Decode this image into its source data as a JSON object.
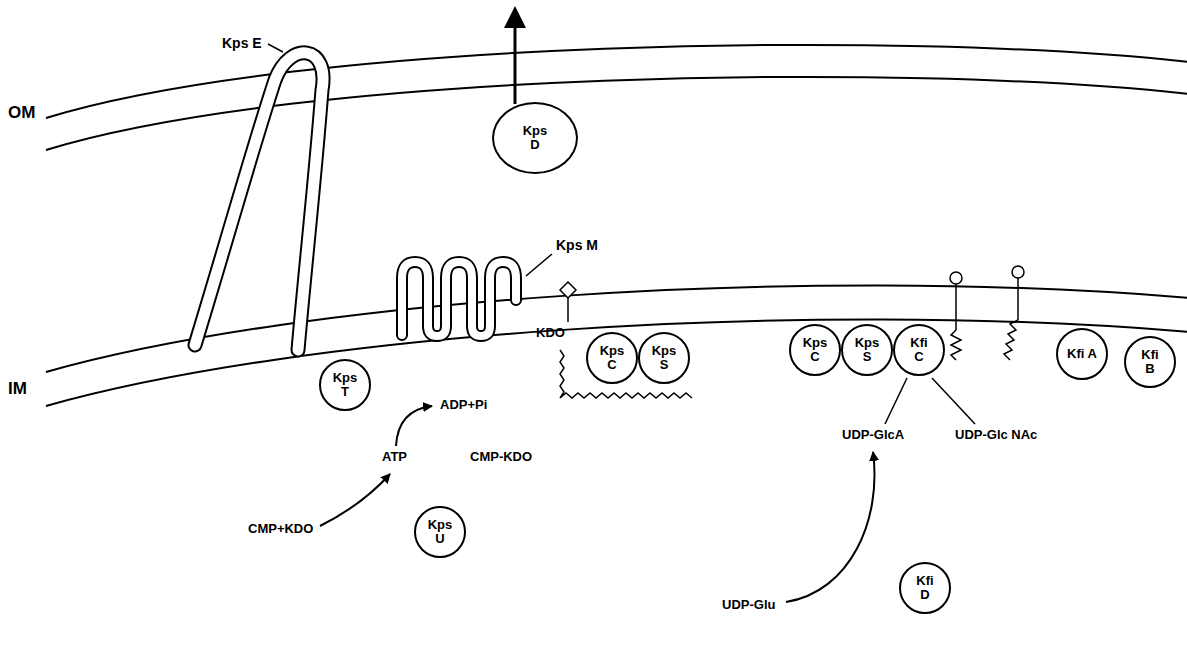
{
  "diagram": {
    "nodes": [
      {
        "text": [
          "Kps E"
        ]
      },
      {
        "text": [
          "Kps D"
        ]
      },
      {
        "text": [
          "Kps M"
        ]
      },
      {
        "text": [
          "Kps T"
        ]
      },
      {
        "text": [
          "Kps C"
        ]
      },
      {
        "text": [
          "Kps S"
        ]
      },
      {
        "text": [
          "Kps C"
        ]
      },
      {
        "text": [
          "Kps S"
        ]
      },
      {
        "text": [
          "Kfi C"
        ]
      },
      {
        "text": [
          "Kfi A"
        ]
      },
      {
        "text": [
          "Kfi B"
        ]
      },
      {
        "text": [
          "Kps U"
        ]
      },
      {
        "text": [
          "Kfi D"
        ]
      }
    ],
    "labels": [
      "OM",
      "IM",
      "ADP+Pi",
      "ATP",
      "CMP-KDO",
      "CMP+KDO",
      "KDO",
      "UDP-GlcA",
      "UDP-Glc NAc",
      "UDP-Glu"
    ]
  }
}
